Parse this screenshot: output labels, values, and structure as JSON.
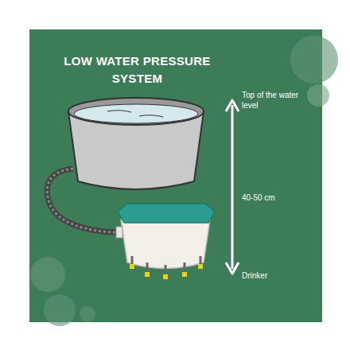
{
  "diagram": {
    "title": "LOW WATER PRESSURE SYSTEM",
    "labels": [
      "Top of the water level",
      "40-50 cm",
      "Drinker"
    ]
  }
}
